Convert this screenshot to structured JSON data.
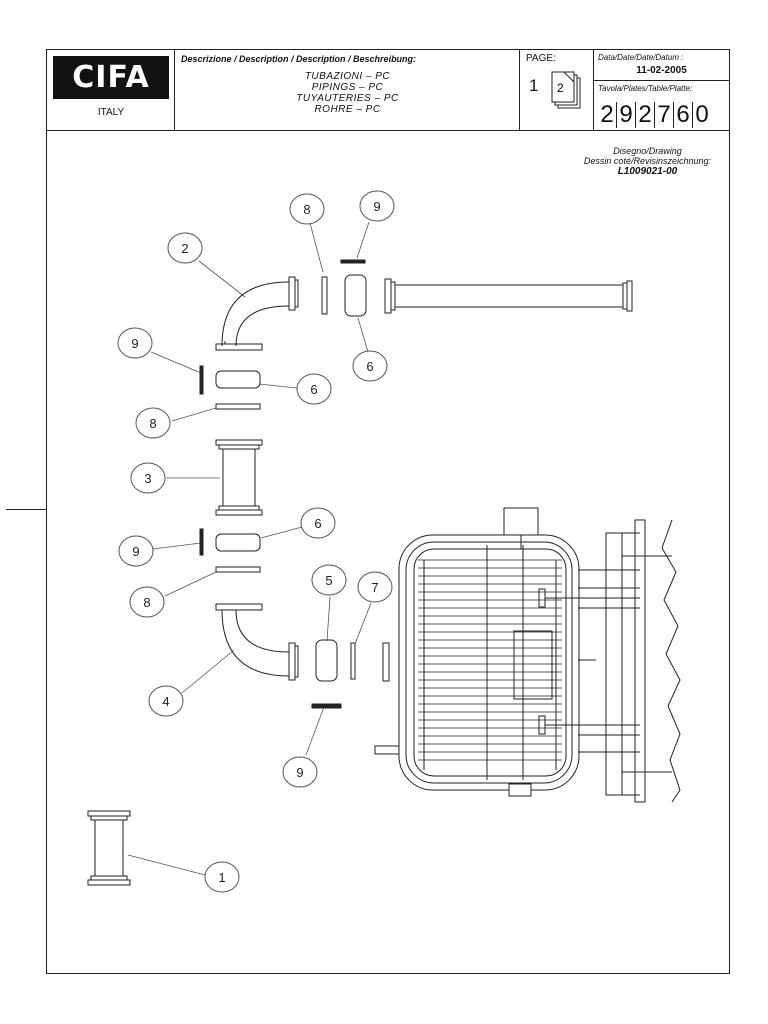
{
  "header": {
    "brand": "CIFA",
    "country": "ITALY",
    "description_label": "Descrizione / Description / Description / Beschreibung:",
    "description_lines": [
      "TUBAZIONI – PC",
      "PIPINGS – PC",
      "TUYAUTERIES – PC",
      "ROHRE – PC"
    ],
    "page_label": "PAGE:",
    "page_number": "1",
    "page_icon_number": "2",
    "date_label": "Data/Date/Date/Datum :",
    "date_value": "11-02-2005",
    "table_label": "Tavola/Plates/Table/Platte:",
    "table_digits": [
      "2",
      "9",
      "2",
      "7",
      "6",
      "0"
    ]
  },
  "drawing_ref": {
    "line1": "Disegno/Drawing",
    "line2": "Dessin coté/Revisinszeichnung:",
    "number": "L1009021-00"
  },
  "callouts": [
    "8",
    "9",
    "2",
    "9",
    "6",
    "6",
    "8",
    "3",
    "6",
    "9",
    "8",
    "5",
    "7",
    "4",
    "9",
    "1"
  ]
}
